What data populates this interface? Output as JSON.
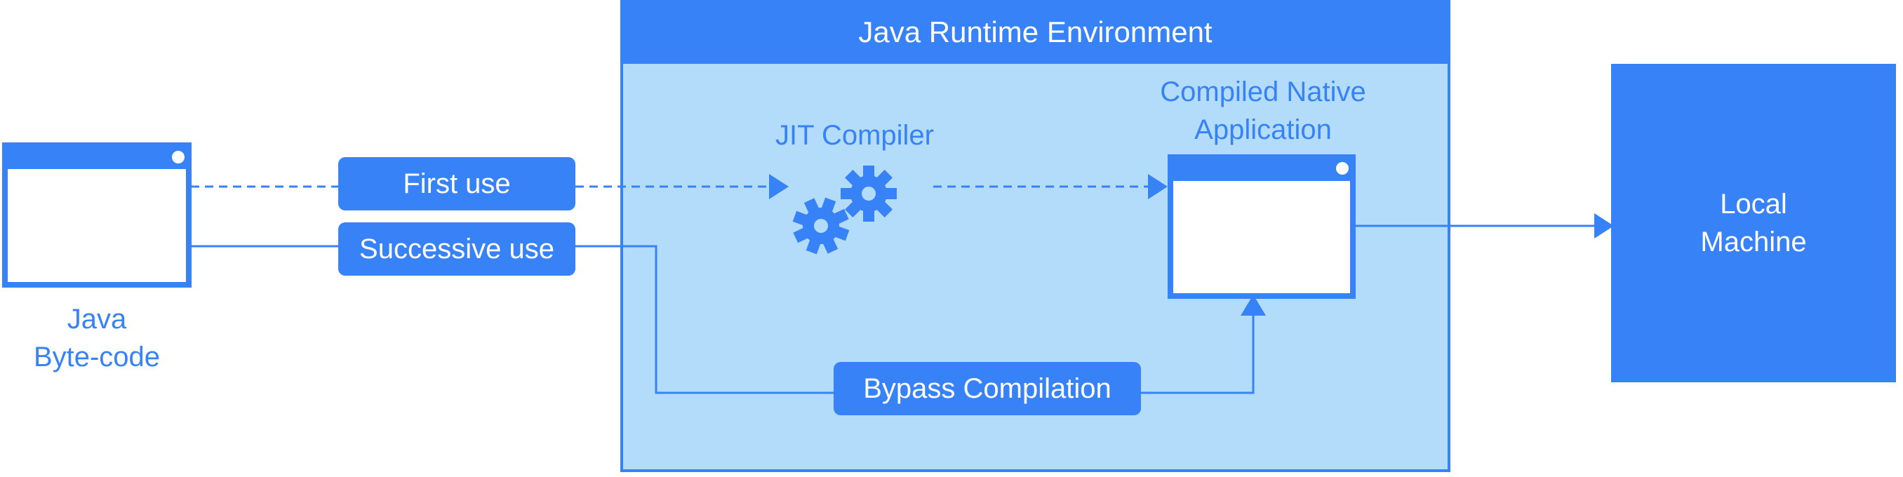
{
  "jre": {
    "title": "Java Runtime Environment"
  },
  "bytecode": {
    "line1": "Java",
    "line2": "Byte-code"
  },
  "pills": {
    "first_use": "First use",
    "successive_use": "Successive use",
    "bypass": "Bypass Compilation"
  },
  "jit": {
    "label": "JIT Compiler"
  },
  "native_app": {
    "line1": "Compiled Native",
    "line2": "Application"
  },
  "local_machine": {
    "line1": "Local",
    "line2": "Machine"
  },
  "colors": {
    "primary": "#3882f7",
    "light": "#b3dcfb",
    "white": "#ffffff"
  },
  "icons": {
    "jit": "gears-icon",
    "window": "window-icon"
  }
}
